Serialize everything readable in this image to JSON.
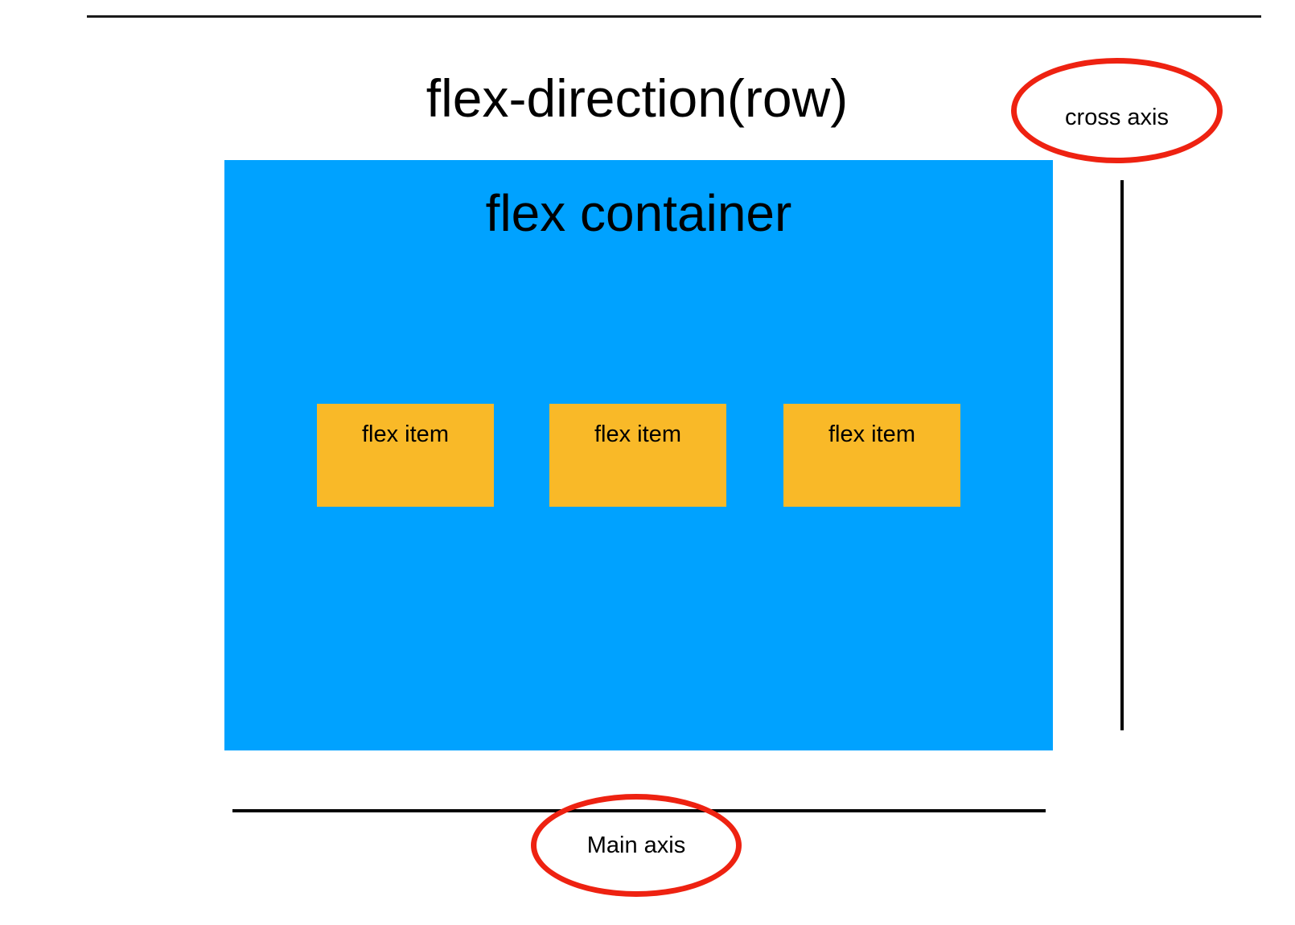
{
  "title": "flex-direction(row)",
  "container_label": "flex container",
  "items": [
    "flex item",
    "flex item",
    "flex item"
  ],
  "cross_axis_label": "cross axis",
  "main_axis_label": "Main axis",
  "colors": {
    "container": "#00a2ff",
    "item": "#f9b928",
    "highlight": "#ee2211"
  }
}
